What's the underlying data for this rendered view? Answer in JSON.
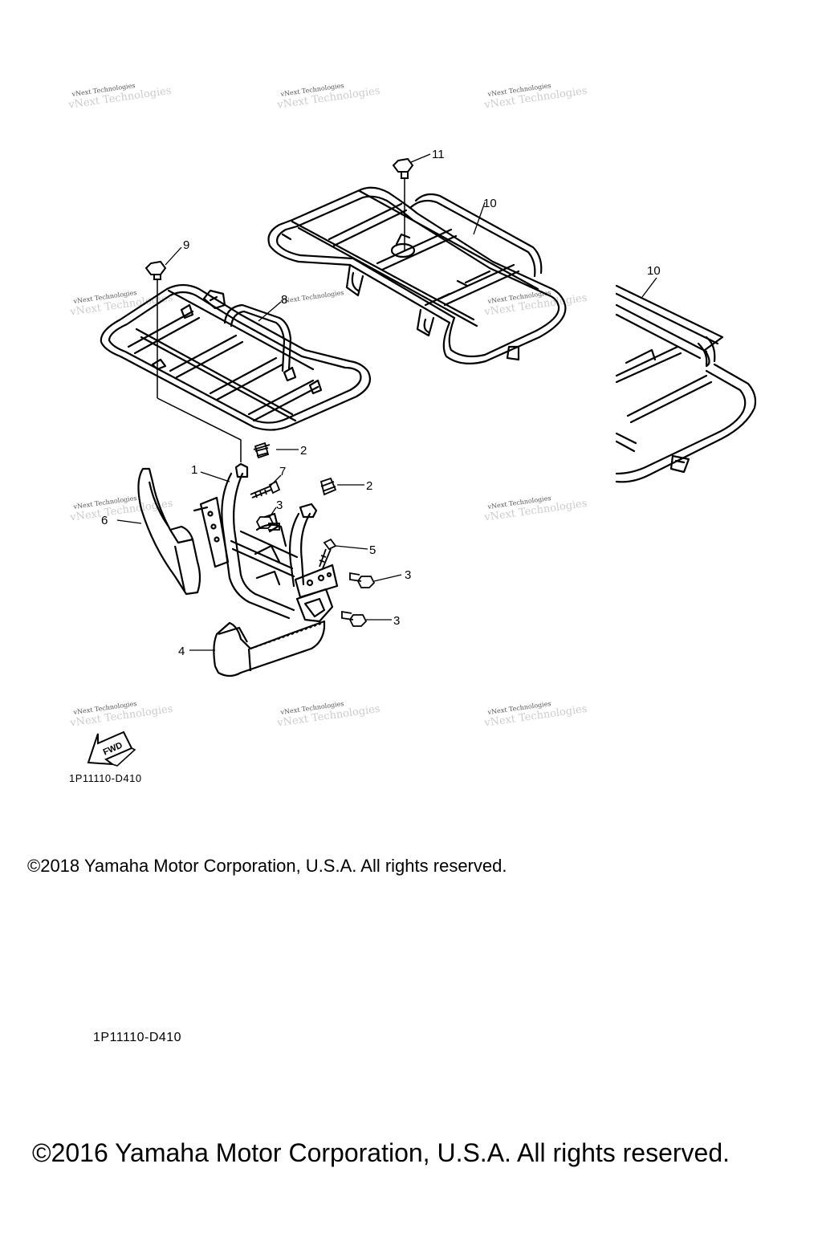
{
  "diagram": {
    "callouts": {
      "c1": "1",
      "c2a": "2",
      "c2b": "2",
      "c3a": "3",
      "c3b": "3",
      "c3c": "3",
      "c4": "4",
      "c5": "5",
      "c6": "6",
      "c7": "7",
      "c8": "8",
      "c9": "9",
      "c10a": "10",
      "c10b": "10",
      "c11": "11"
    },
    "fwd_label": "FWD",
    "watermark": "vNext Technologies",
    "line_color": "#000000"
  },
  "footer": {
    "drawing_code_1": "1P11110-D410",
    "copyright_1": "©2018 Yamaha Motor Corporation, U.S.A. All rights reserved.",
    "drawing_code_2": "1P11110-D410",
    "copyright_2": "©2016 Yamaha Motor Corporation, U.S.A. All rights reserved."
  }
}
